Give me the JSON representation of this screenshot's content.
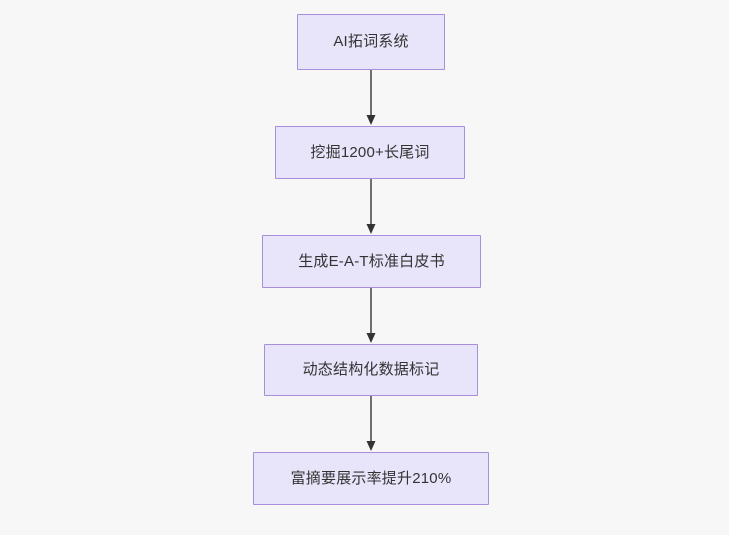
{
  "diagram": {
    "type": "flowchart",
    "direction": "top-to-bottom",
    "background_color": "#F7F7F7",
    "node_fill_color": "#E8E5FA",
    "node_border_color": "#A78FDC",
    "node_text_color": "#333333",
    "edge_color": "#707070",
    "arrowhead_color": "#333333",
    "nodes": [
      {
        "id": "node-1",
        "label": "AI拓词系统"
      },
      {
        "id": "node-2",
        "label": "挖掘1200+长尾词"
      },
      {
        "id": "node-3",
        "label": "生成E-A-T标准白皮书"
      },
      {
        "id": "node-4",
        "label": "动态结构化数据标记"
      },
      {
        "id": "node-5",
        "label": "富摘要展示率提升210%"
      }
    ],
    "edges": [
      {
        "id": "edge-1",
        "from": "node-1",
        "to": "node-2",
        "label": ""
      },
      {
        "id": "edge-2",
        "from": "node-2",
        "to": "node-3",
        "label": ""
      },
      {
        "id": "edge-3",
        "from": "node-3",
        "to": "node-4",
        "label": ""
      },
      {
        "id": "edge-4",
        "from": "node-4",
        "to": "node-5",
        "label": ""
      }
    ]
  }
}
